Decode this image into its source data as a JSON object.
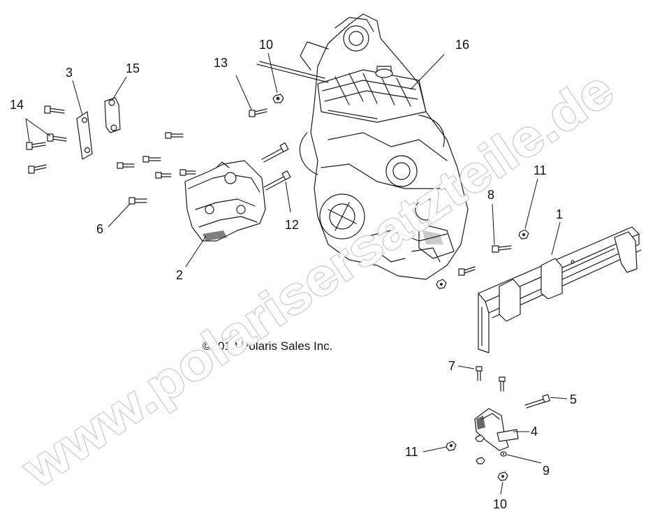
{
  "callouts": [
    {
      "id": "c1",
      "label": "1"
    },
    {
      "id": "c2",
      "label": "2"
    },
    {
      "id": "c3",
      "label": "3"
    },
    {
      "id": "c4",
      "label": "4"
    },
    {
      "id": "c5",
      "label": "5"
    },
    {
      "id": "c6",
      "label": "6"
    },
    {
      "id": "c7",
      "label": "7"
    },
    {
      "id": "c8",
      "label": "8"
    },
    {
      "id": "c9",
      "label": "9"
    },
    {
      "id": "c10a",
      "label": "10"
    },
    {
      "id": "c10b",
      "label": "10"
    },
    {
      "id": "c11a",
      "label": "11"
    },
    {
      "id": "c11b",
      "label": "11"
    },
    {
      "id": "c12",
      "label": "12"
    },
    {
      "id": "c13",
      "label": "13"
    },
    {
      "id": "c14",
      "label": "14"
    },
    {
      "id": "c15",
      "label": "15"
    },
    {
      "id": "c16",
      "label": "16"
    }
  ],
  "copyright": "©2012 Polaris Sales Inc.",
  "watermark": "www.polarisersatzteile.de",
  "colors": {
    "line": "#1a1a1a",
    "watermark_stroke": "#c7c7c7",
    "background": "#ffffff"
  }
}
